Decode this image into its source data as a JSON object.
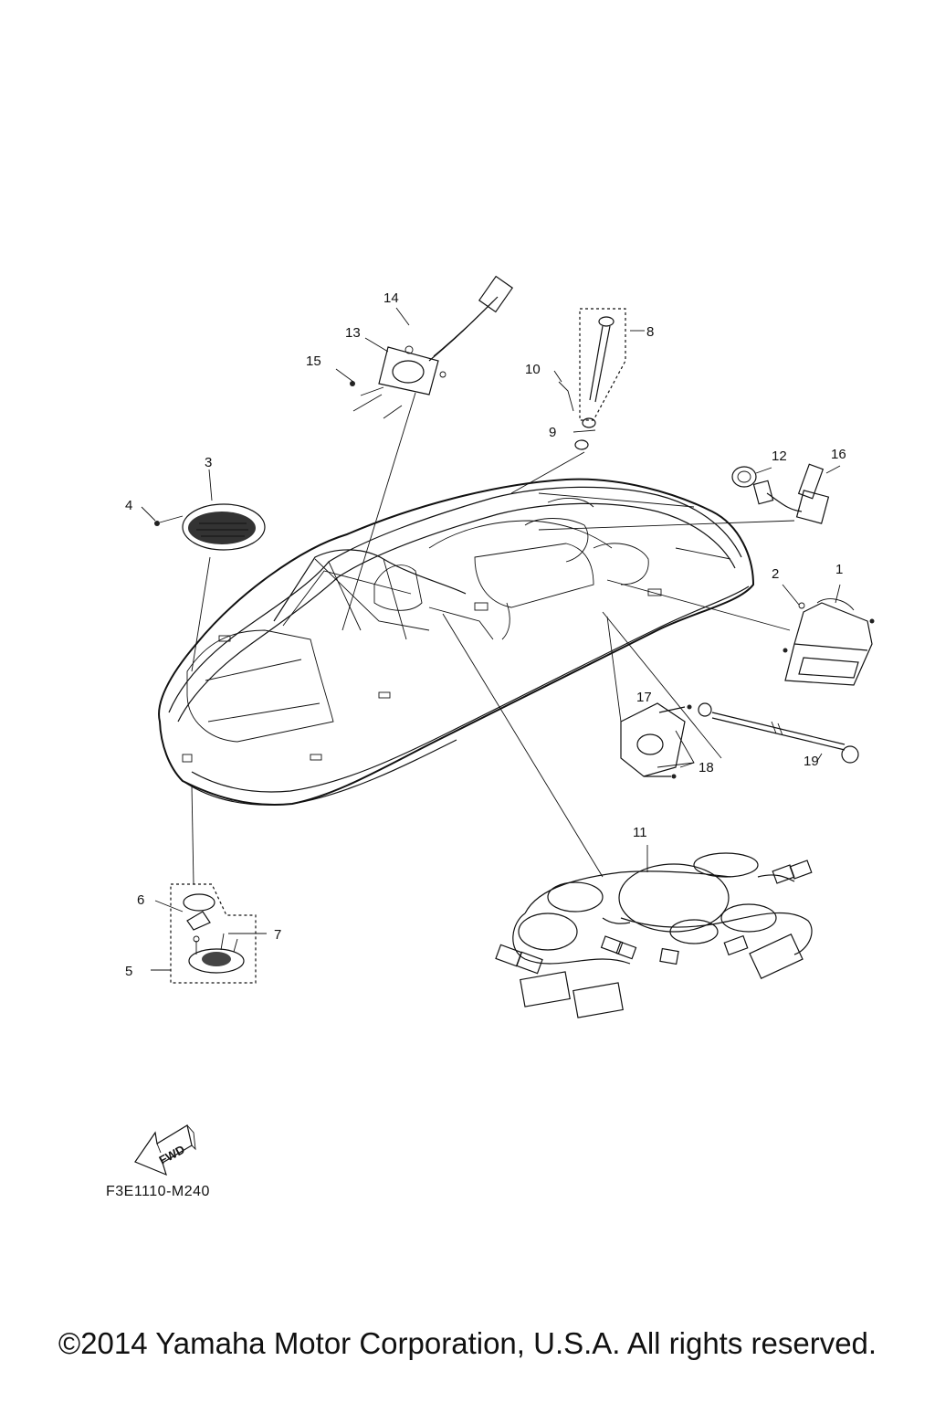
{
  "diagram": {
    "callouts": [
      "1",
      "2",
      "3",
      "4",
      "5",
      "6",
      "7",
      "8",
      "9",
      "10",
      "11",
      "12",
      "13",
      "14",
      "15",
      "16",
      "17",
      "18",
      "19"
    ],
    "fwd_label": "FWD",
    "part_code": "F3E1110-M240"
  },
  "footer": {
    "copyright": "©2014 Yamaha Motor Corporation, U.S.A. All rights reserved."
  }
}
